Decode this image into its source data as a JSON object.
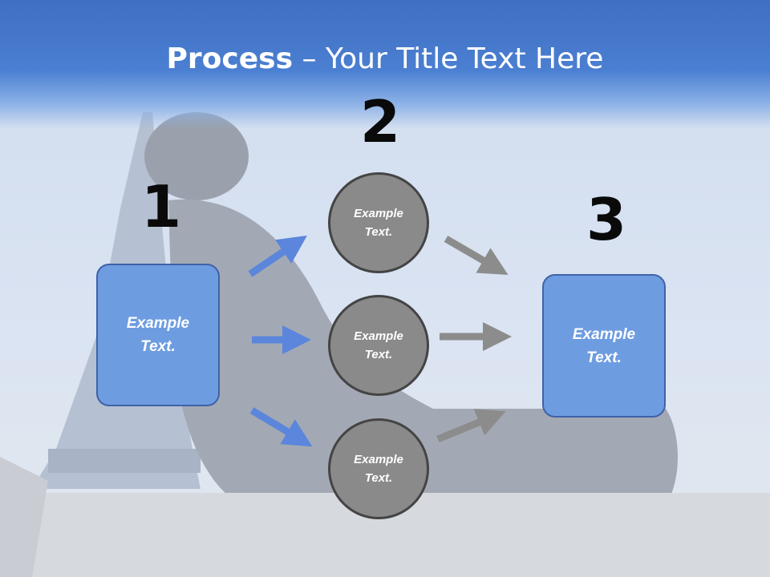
{
  "slide": {
    "title_bold": "Process",
    "title_rest": " – Your Title Text Here"
  },
  "steps": {
    "one": "1",
    "two": "2",
    "three": "3"
  },
  "left_box": {
    "label": "Example Text."
  },
  "right_box": {
    "label": "Example Text."
  },
  "circles": [
    {
      "label": "Example Text."
    },
    {
      "label": "Example Text."
    },
    {
      "label": "Example Text."
    }
  ],
  "colors": {
    "title_bar": "#4b7fd2",
    "box_fill": "#6e9ce0",
    "circle_fill": "#8a8a8a",
    "blue_arrow": "#5b86db",
    "gray_arrow": "#8c8c8c"
  }
}
